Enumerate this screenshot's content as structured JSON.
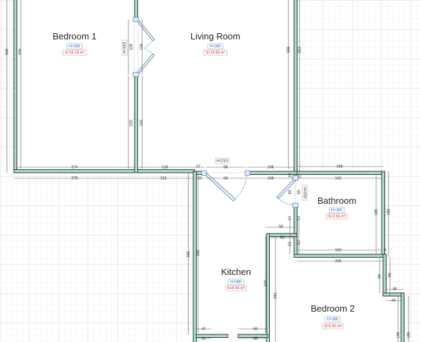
{
  "colors": {
    "wall": "#a9dcca",
    "height_label": "#2a62b8",
    "area_label": "#c02020",
    "grid": "#dcdcdc"
  },
  "rooms": [
    {
      "name": "Bedroom 1",
      "height": "H=380",
      "area": "S=15.23 m²"
    },
    {
      "name": "Living Room",
      "height": "H=380",
      "area": "S=19.93 m²"
    },
    {
      "name": "Bathroom",
      "height": "H=380",
      "area": "S=3.56 m²"
    },
    {
      "name": "Kitchen",
      "height": "H=380",
      "area": "S=9.94 m²"
    },
    {
      "name": "Bedroom 2",
      "height": "H=380",
      "area": "S=9.00 m²"
    }
  ],
  "doors": [
    {
      "height": "H=210"
    },
    {
      "height": "H=210"
    },
    {
      "height": "H=210"
    }
  ],
  "dimensions": [
    "566",
    "556",
    "126",
    "126",
    "220",
    "220",
    "566",
    "551",
    "274",
    "279",
    "126",
    "131",
    "27",
    "22",
    "58",
    "58",
    "108",
    "108",
    "199",
    "192",
    "10",
    "10",
    "60",
    "60",
    "63",
    "63",
    "58",
    "53",
    "52",
    "52",
    "192",
    "205",
    "186",
    "190",
    "8",
    "90",
    "90",
    "44",
    "44",
    "385",
    "385",
    "232",
    "281",
    "41",
    "41",
    "68",
    "68",
    "196",
    "196"
  ]
}
